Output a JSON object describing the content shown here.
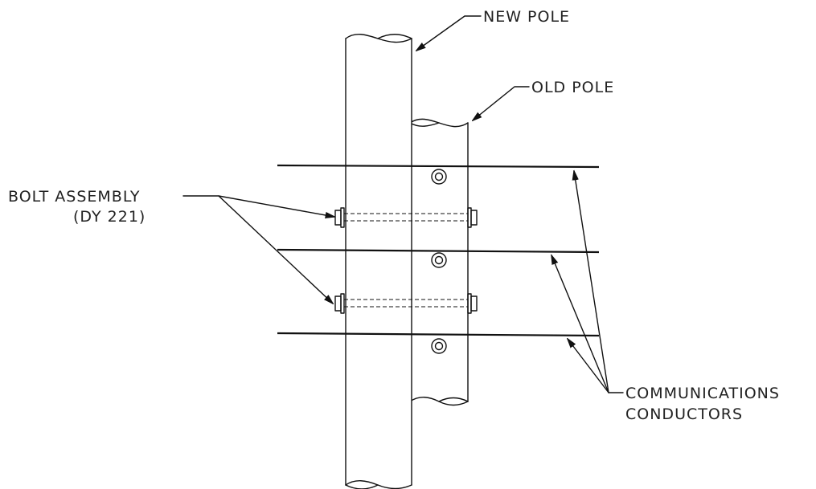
{
  "labels": {
    "new_pole": "NEW POLE",
    "old_pole": "OLD POLE",
    "bolt_assembly_line1": "BOLT ASSEMBLY",
    "bolt_assembly_line2": "(DY 221)",
    "comms_line1": "COMMUNICATIONS",
    "comms_line2": "CONDUCTORS"
  }
}
